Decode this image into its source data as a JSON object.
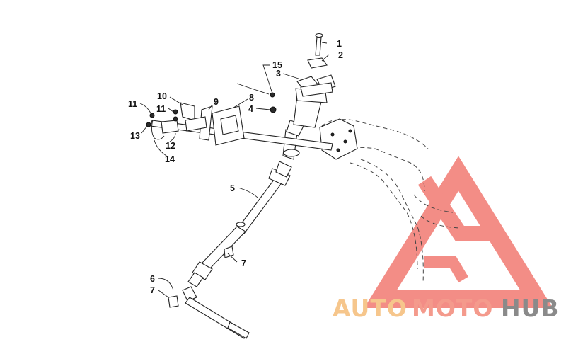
{
  "callouts": [
    {
      "id": "c1",
      "text": "1"
    },
    {
      "id": "c2",
      "text": "2"
    },
    {
      "id": "c3",
      "text": "3"
    },
    {
      "id": "c4",
      "text": "4"
    },
    {
      "id": "c5",
      "text": "5"
    },
    {
      "id": "c6",
      "text": "6"
    },
    {
      "id": "c7a",
      "text": "7"
    },
    {
      "id": "c7b",
      "text": "7"
    },
    {
      "id": "c8",
      "text": "8"
    },
    {
      "id": "c9",
      "text": "9"
    },
    {
      "id": "c10",
      "text": "10"
    },
    {
      "id": "c11a",
      "text": "11"
    },
    {
      "id": "c11b",
      "text": "11"
    },
    {
      "id": "c12",
      "text": "12"
    },
    {
      "id": "c13",
      "text": "13"
    },
    {
      "id": "c14",
      "text": "14"
    },
    {
      "id": "c15",
      "text": "15"
    }
  ],
  "watermark": {
    "part1": "AUTO",
    "part2": "MOTO",
    "part3": "HUB",
    "colors": {
      "auto": "#f6c68c",
      "moto": "#f49a8c",
      "hub": "#8a8a8a",
      "logo": "#f27a72"
    }
  },
  "colors": {
    "line": "#222222",
    "background": "#ffffff"
  }
}
